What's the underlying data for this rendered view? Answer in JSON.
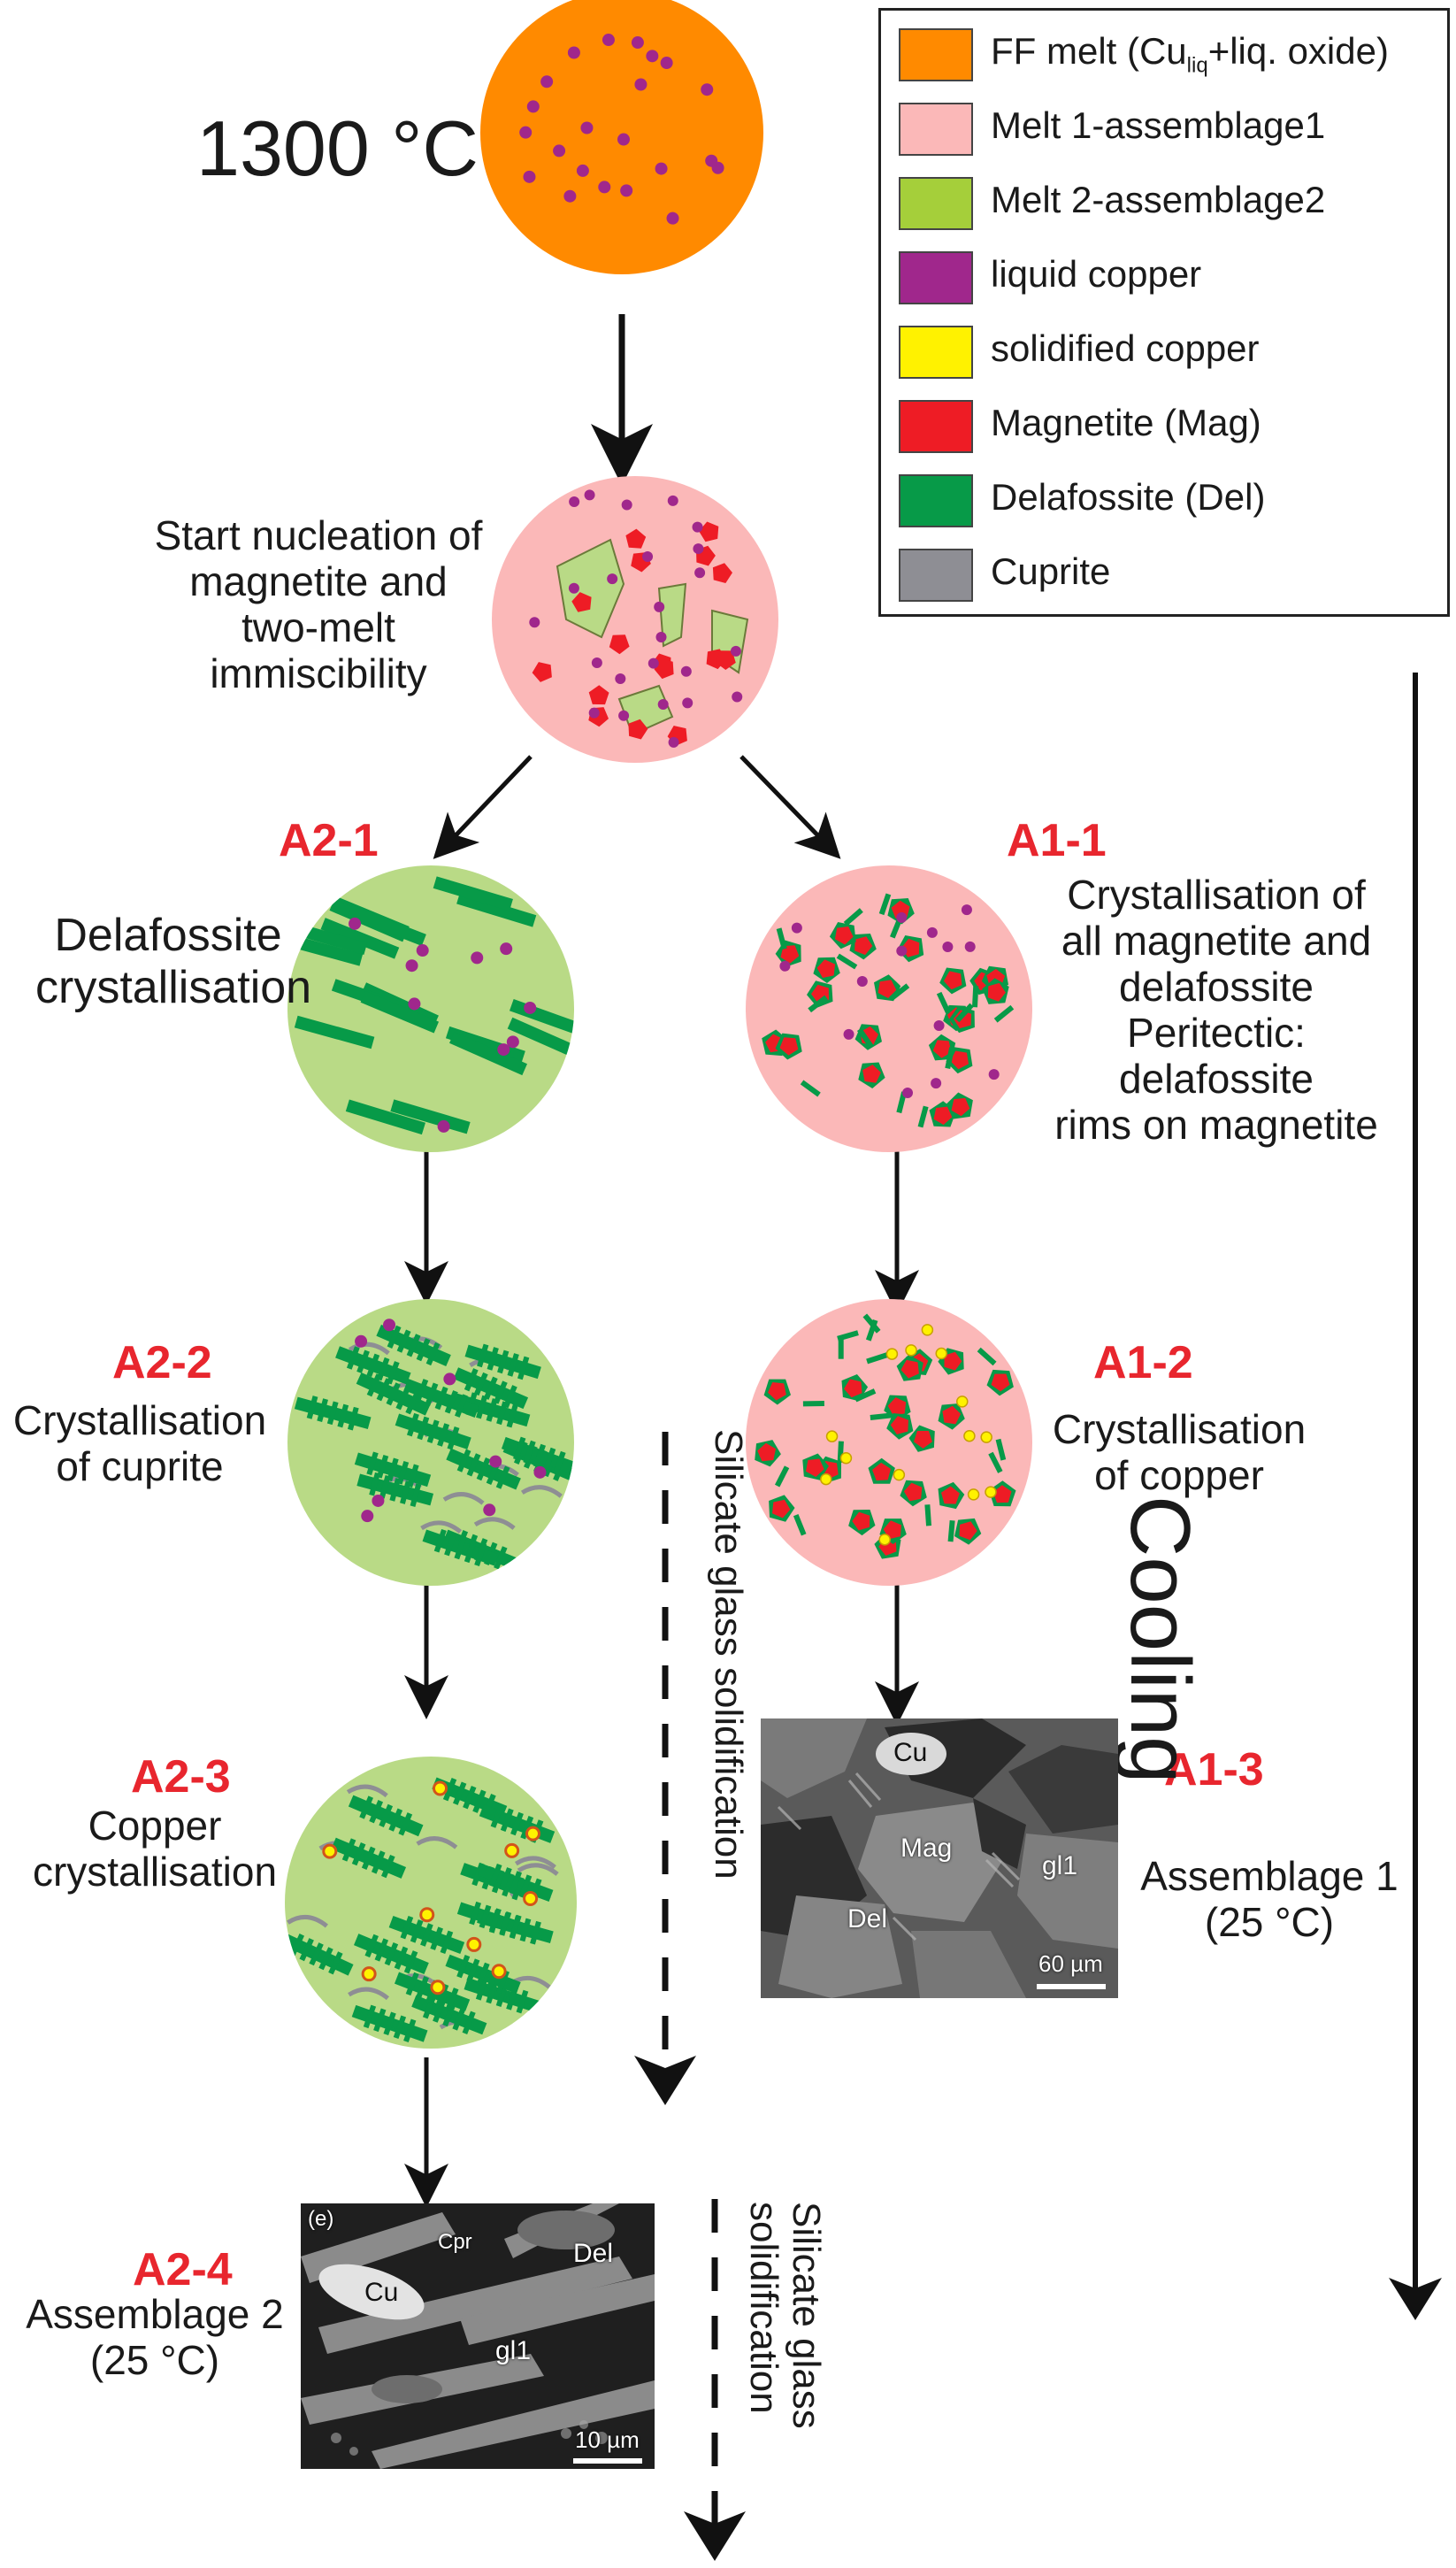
{
  "legend": [
    {
      "label": "FF melt (Cu",
      "sub": "liq",
      "tail": "+liq. oxide)",
      "color": "#ff8a00"
    },
    {
      "label": "Melt 1-assemblage1",
      "color": "#fbb8b8"
    },
    {
      "label": "Melt 2-assemblage2",
      "color": "#a5cf3a"
    },
    {
      "label": "liquid copper",
      "color": "#a0278c"
    },
    {
      "label": "solidified copper",
      "color": "#fff200"
    },
    {
      "label": "Magnetite (Mag)",
      "color": "#ee1c25"
    },
    {
      "label": "Delafossite (Del)",
      "color": "#079a48"
    },
    {
      "label": "Cuprite",
      "color": "#8e8e94"
    }
  ],
  "temperature": "1300 °C",
  "nucleation": {
    "line1": "Start nucleation of",
    "line2": "magnetite and",
    "line3": "two-melt",
    "line4": "immiscibility"
  },
  "a2_1": {
    "code": "A2-1",
    "line1": "Delafossite",
    "line2": "crystallisation"
  },
  "a1_1": {
    "code": "A1-1",
    "line1": "Crystallisation of",
    "line2": "all magnetite and",
    "line3": "delafossite",
    "line4": "Peritectic:",
    "line5": "delafossite",
    "line6": "rims on magnetite"
  },
  "a2_2": {
    "code": "A2-2",
    "line1": "Crystallisation",
    "line2": "of cuprite"
  },
  "a1_2": {
    "code": "A1-2",
    "line1": "Crystallisation",
    "line2": "of copper"
  },
  "a2_3": {
    "code": "A2-3",
    "line1": "Copper",
    "line2": "crystallisation"
  },
  "a1_3": {
    "code": "A1-3",
    "line1": "Assemblage 1",
    "line2": "(25 °C)"
  },
  "a2_4": {
    "code": "A2-4",
    "line1": "Assemblage 2",
    "line2": "(25 °C)"
  },
  "cooling": "Cooling",
  "silicate_1": "Silicate glass solidification",
  "silicate_2": {
    "line1": "Silicate glass",
    "line2": "solidification"
  },
  "sem1": {
    "cu": "Cu",
    "mag": "Mag",
    "gl1": "gl1",
    "del": "Del",
    "scale": "60 µm"
  },
  "sem2": {
    "panel": "(e)",
    "cu": "Cu",
    "cpr": "Cpr",
    "del": "Del",
    "gl1": "gl1",
    "scale": "10 µm"
  },
  "colors": {
    "ff_melt": "#ff8a00",
    "melt1": "#fbb8b8",
    "melt2": "#b9da86",
    "liquid_copper": "#a0278c",
    "solid_copper": "#fff200",
    "magnetite": "#ee1c25",
    "delafossite": "#079a48",
    "cuprite": "#8e8e94",
    "code_red": "#e8262e"
  }
}
